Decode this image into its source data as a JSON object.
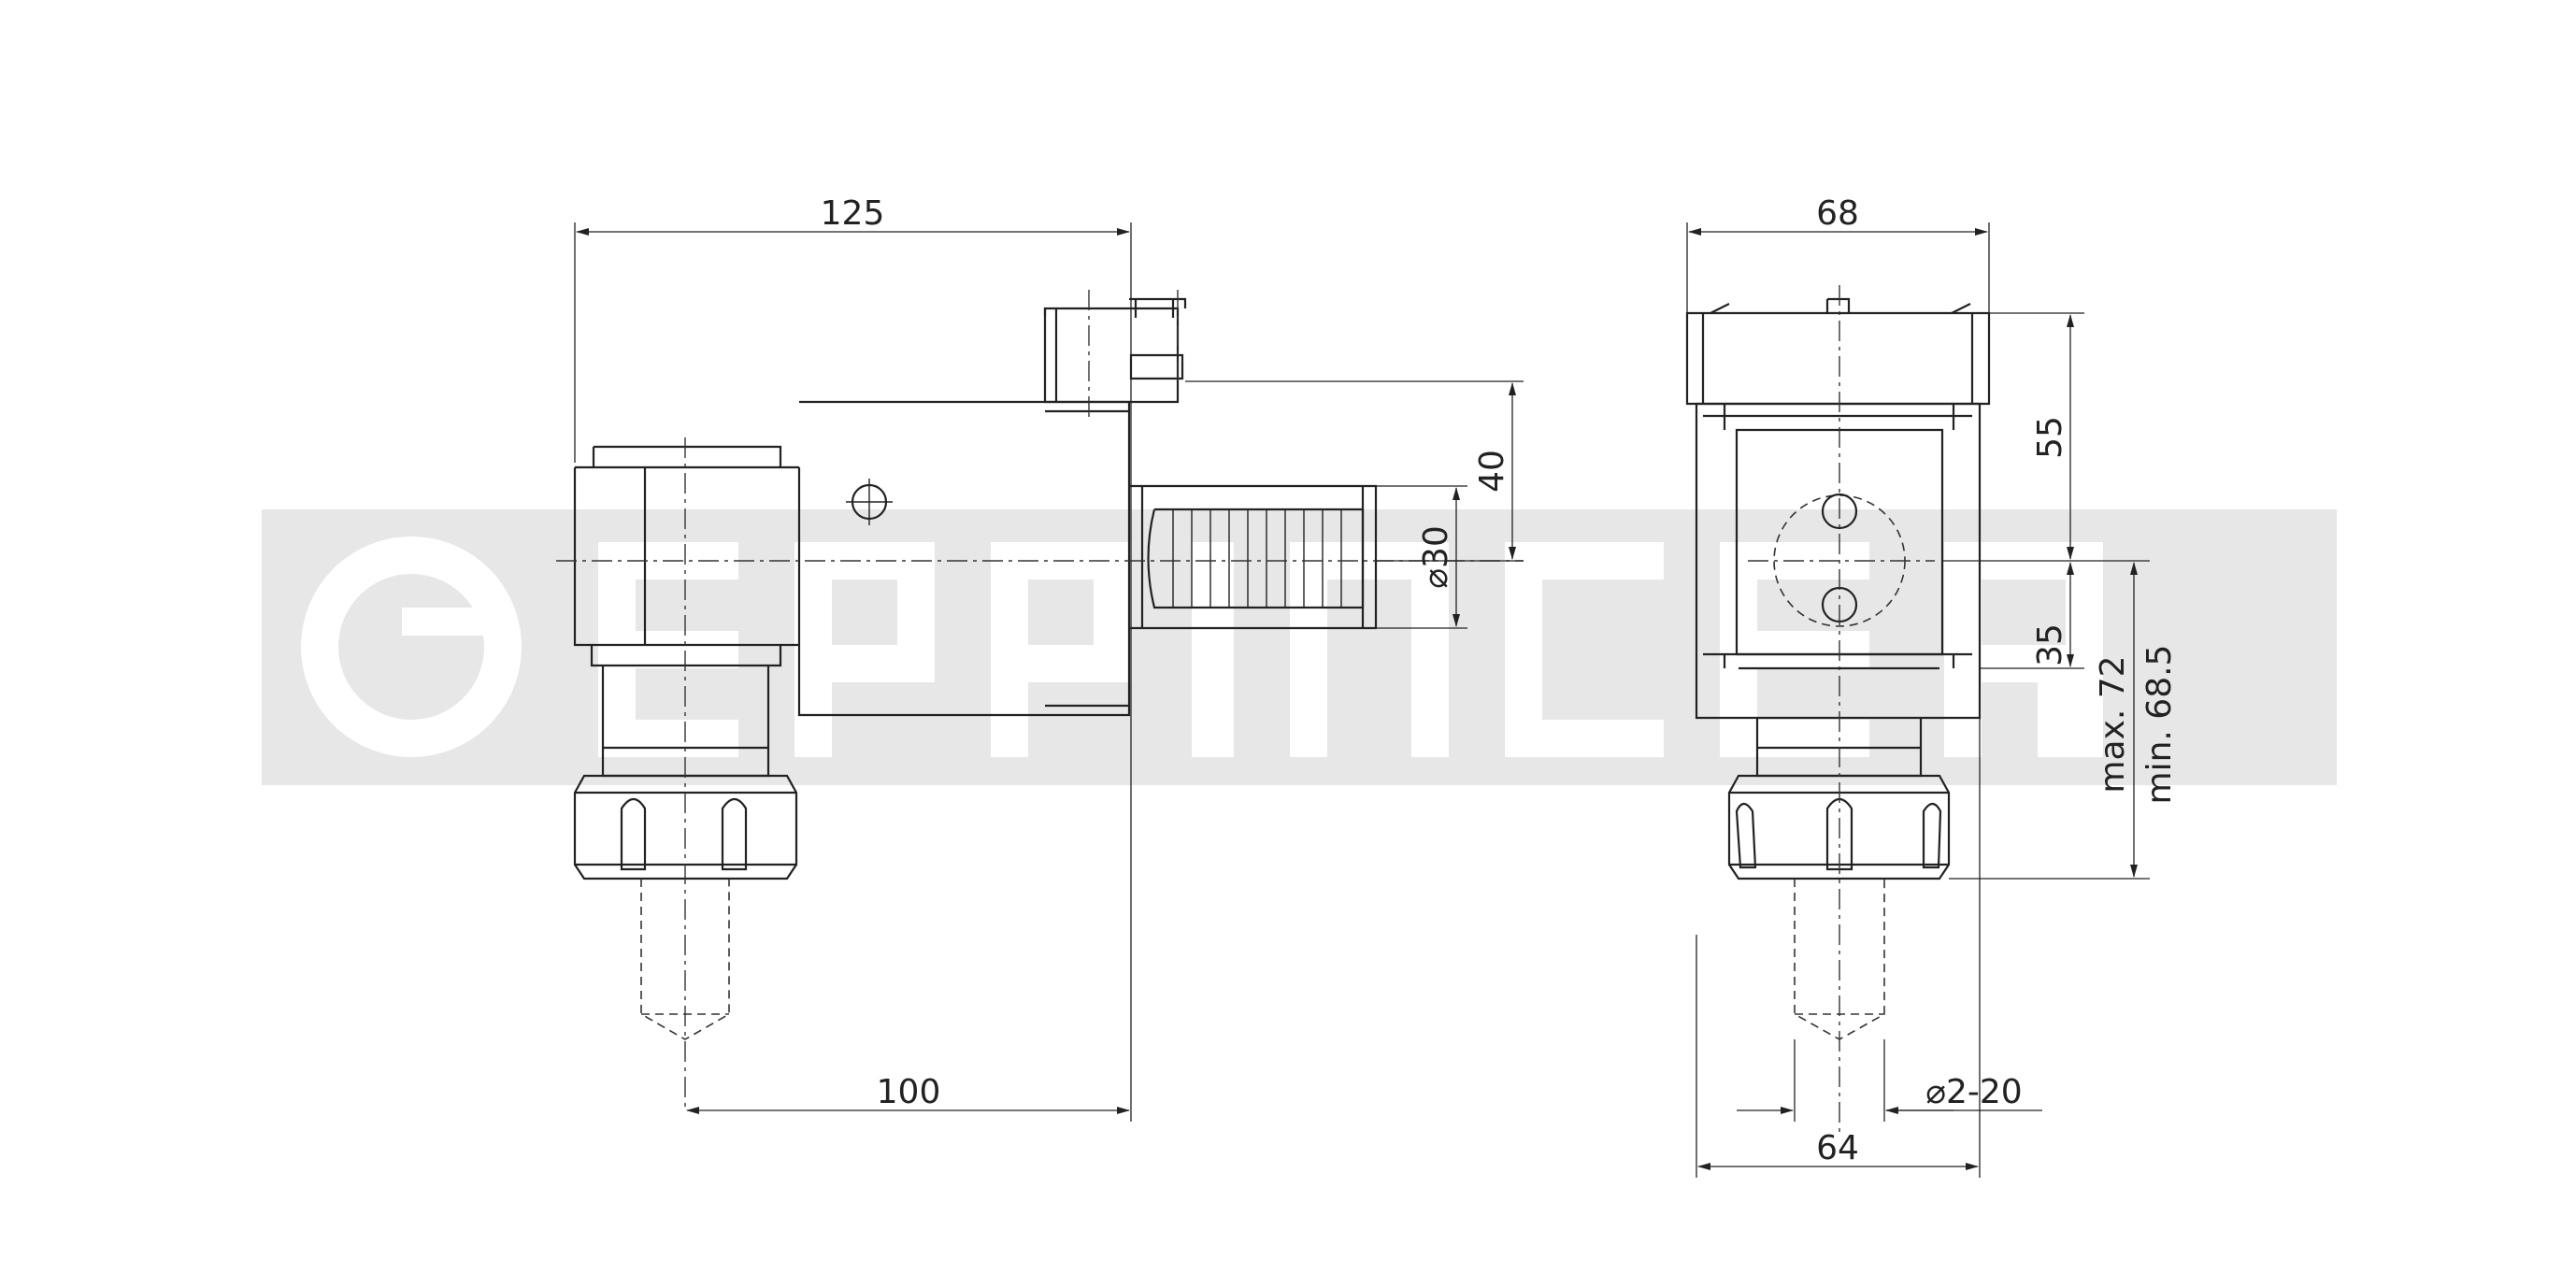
{
  "watermark": {
    "text": "EPPINGER",
    "color": "#e7e7e7"
  },
  "dimensions": {
    "side_width_total": "125",
    "side_tool_offset": "100",
    "shank_height": "40",
    "shank_diameter": "⌀30",
    "front_width_top": "68",
    "front_width_bottom": "64",
    "front_height_upper": "55",
    "front_height_lower": "35",
    "front_max": "max. 72",
    "front_min": "min. 68.5",
    "clamping_range": "⌀2-20"
  },
  "colors": {
    "line": "#222222",
    "background": "#ffffff"
  }
}
